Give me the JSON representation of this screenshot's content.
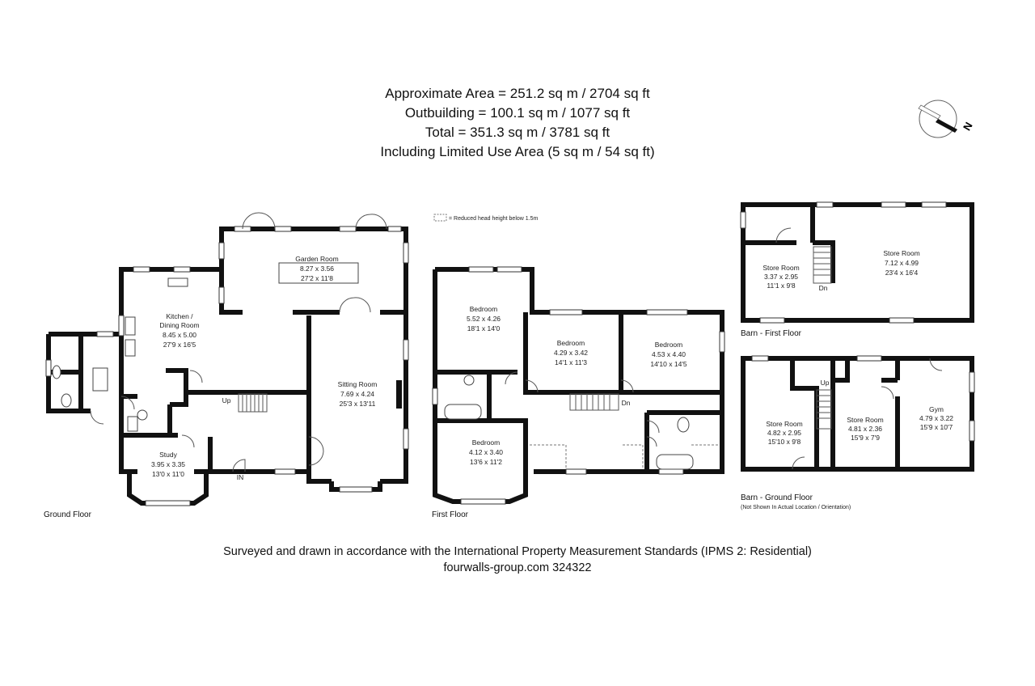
{
  "header": {
    "line1": "Approximate  Area = 251.2 sq m / 2704 sq ft",
    "line2": "Outbuilding = 100.1 sq m / 1077 sq ft",
    "line3": "Total = 351.3 sq m / 3781 sq ft",
    "line4": "Including Limited Use Area (5 sq m / 54 sq ft)"
  },
  "compass": {
    "label": "N"
  },
  "legend": {
    "text": "= Reduced head height below 1.5m"
  },
  "ground_floor": {
    "label": "Ground Floor",
    "garden_room": {
      "name": "Garden Room",
      "metric": "8.27 x 3.56",
      "imperial": "27'2 x 11'8"
    },
    "kitchen": {
      "name1": "Kitchen /",
      "name2": "Dining Room",
      "metric": "8.45 x 5.00",
      "imperial": "27'9 x 16'5"
    },
    "sitting_room": {
      "name": "Sitting Room",
      "metric": "7.69 x 4.24",
      "imperial": "25'3 x 13'11"
    },
    "study": {
      "name": "Study",
      "metric": "3.95 x 3.35",
      "imperial": "13'0 x 11'0"
    },
    "up": "Up",
    "in": "IN"
  },
  "first_floor": {
    "label": "First Floor",
    "bedroom1": {
      "name": "Bedroom",
      "metric": "5.52 x 4.26",
      "imperial": "18'1 x 14'0"
    },
    "bedroom2": {
      "name": "Bedroom",
      "metric": "4.29 x 3.42",
      "imperial": "14'1 x 11'3"
    },
    "bedroom3": {
      "name": "Bedroom",
      "metric": "4.53 x 4.40",
      "imperial": "14'10 x 14'5"
    },
    "bedroom4": {
      "name": "Bedroom",
      "metric": "4.12 x 3.40",
      "imperial": "13'6 x 11'2"
    },
    "dn": "Dn"
  },
  "barn_first": {
    "label": "Barn - First Floor",
    "store_small": {
      "name": "Store Room",
      "metric": "3.37 x 2.95",
      "imperial": "11'1 x 9'8"
    },
    "store_large": {
      "name": "Store Room",
      "metric": "7.12 x 4.99",
      "imperial": "23'4 x 16'4"
    },
    "dn": "Dn"
  },
  "barn_ground": {
    "label": "Barn - Ground Floor",
    "note": "(Not Shown In Actual Location / Orientation)",
    "store_a": {
      "name": "Store Room",
      "metric": "4.82 x 2.95",
      "imperial": "15'10 x 9'8"
    },
    "store_b": {
      "name": "Store Room",
      "metric": "4.81 x 2.36",
      "imperial": "15'9 x 7'9"
    },
    "gym": {
      "name": "Gym",
      "metric": "4.79 x 3.22",
      "imperial": "15'9 x 10'7"
    },
    "up": "Up"
  },
  "footer": {
    "line1": "Surveyed and drawn in accordance with the International Property Measurement Standards (IPMS 2: Residential)",
    "line2": "fourwalls-group.com 324322"
  }
}
